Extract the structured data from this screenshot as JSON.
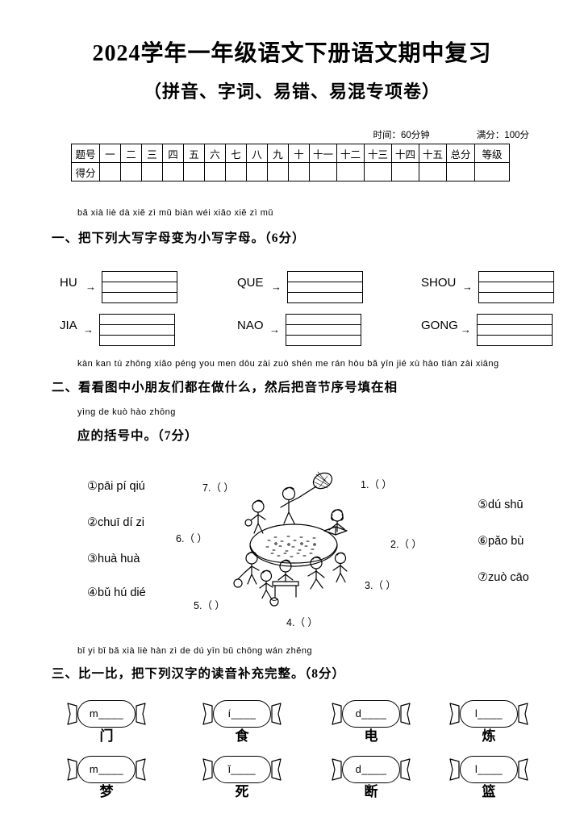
{
  "header": {
    "title": "2024学年一年级语文下册语文期中复习",
    "subtitle": "（拼音、字词、易错、易混专项卷）",
    "time_label": "时间：60分钟",
    "score_label": "满分：100分"
  },
  "score_table": {
    "row1_label": "题号",
    "row2_label": "得分",
    "columns": [
      "一",
      "二",
      "三",
      "四",
      "五",
      "六",
      "七",
      "八",
      "九",
      "十",
      "十一",
      "十二",
      "十三",
      "十四",
      "十五",
      "总分",
      "等级"
    ]
  },
  "q1": {
    "pinyin": "bǎ xià liè dà xiě zì mǔ biàn wéi xiǎo xiě  zì mǔ",
    "heading": "一、把下列大写字母变为小写字母。（6分）",
    "items": [
      {
        "label": "HU",
        "arrow": "→"
      },
      {
        "label": "QUE",
        "arrow": "→"
      },
      {
        "label": "SHOU",
        "arrow": "→"
      },
      {
        "label": "JIA",
        "arrow": "→"
      },
      {
        "label": "NAO",
        "arrow": "→"
      },
      {
        "label": "GONG",
        "arrow": "→"
      }
    ]
  },
  "q2": {
    "pinyin_line1": "kàn kan tú zhōng xiǎo péng you men dōu zài zuò shén me   rán hòu bǎ yīn jié  xù hào tián zài xiāng",
    "heading_line1": "二、看看图中小朋友们都在做什么，然后把音节序号填在相",
    "pinyin_line2": "yìng de kuò hào zhōng",
    "heading_line2": "应的括号中。（7分）",
    "left_words": [
      "①pāi pí qiú",
      "②chuī dí zi",
      "③huà huà",
      "④bǔ hú dié"
    ],
    "right_words": [
      "⑤dú shū",
      "⑥pǎo bù",
      "⑦zuò cāo"
    ],
    "blanks": [
      {
        "num": "7.",
        "paren": "（      ）"
      },
      {
        "num": "1.",
        "paren": "（      ）"
      },
      {
        "num": "6.",
        "paren": "（      ）"
      },
      {
        "num": "2.",
        "paren": "（      ）"
      },
      {
        "num": "3.",
        "paren": "（      ）"
      },
      {
        "num": "5.",
        "paren": "（      ）"
      },
      {
        "num": "4.",
        "paren": "（      ）"
      }
    ]
  },
  "q3": {
    "pinyin": "bǐ  yi  bǐ    bǎ xià liè hàn zì  de dú yīn bǔ chōng wán zhěng",
    "heading": "三、比一比，把下列汉字的读音补充完整。（8分）",
    "cards": [
      {
        "pinyin": "m____",
        "char": "门"
      },
      {
        "pinyin": "í____",
        "char": "食"
      },
      {
        "pinyin": "d____",
        "char": "电"
      },
      {
        "pinyin": "l____",
        "char": "炼"
      },
      {
        "pinyin": "m____",
        "char": "梦"
      },
      {
        "pinyin": "ǐ____",
        "char": "死"
      },
      {
        "pinyin": "d____",
        "char": "断"
      },
      {
        "pinyin": "l____",
        "char": "篮"
      }
    ]
  }
}
